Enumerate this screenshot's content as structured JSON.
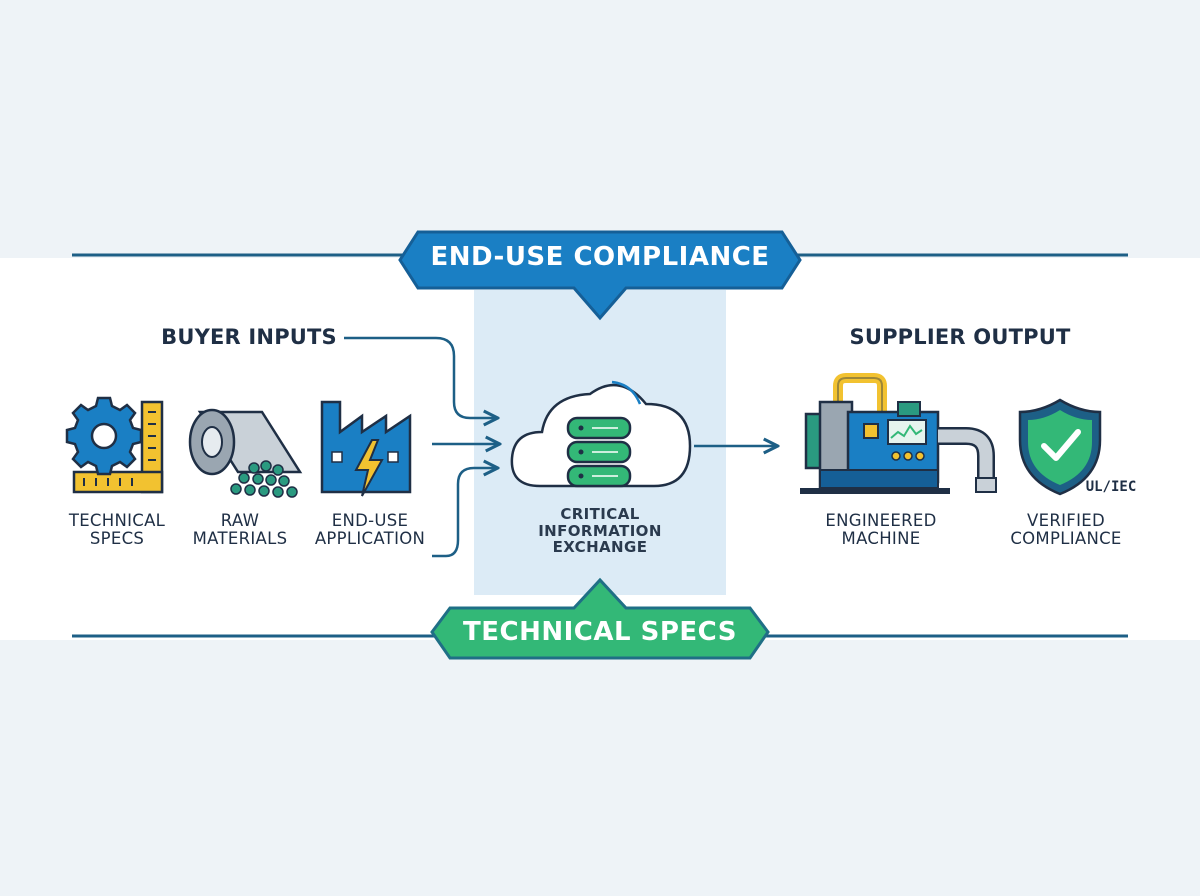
{
  "top_badge": "END-USE COMPLIANCE",
  "bottom_badge": "TECHNICAL SPECS",
  "buyer_heading": "BUYER INPUTS",
  "supplier_heading": "SUPPLIER OUTPUT",
  "buyer_items": [
    {
      "icon": "gear-ruler-icon",
      "line1": "TECHNICAL",
      "line2": "SPECS"
    },
    {
      "icon": "material-roll-icon",
      "line1": "RAW",
      "line2": "MATERIALS"
    },
    {
      "icon": "factory-icon",
      "line1": "END-USE",
      "line2": "APPLICATION"
    }
  ],
  "center": {
    "icon": "cloud-database-icon",
    "line1": "CRITICAL",
    "line2": "INFORMATION",
    "line3": "EXCHANGE"
  },
  "supplier_items": [
    {
      "icon": "machine-icon",
      "line1": "ENGINEERED",
      "line2": "MACHINE"
    },
    {
      "icon": "shield-check-icon",
      "line1": "VERIFIED",
      "line2": "COMPLIANCE",
      "tag": "UL/IEC"
    }
  ],
  "colors": {
    "navy": "#1d5f86",
    "blue": "#1a7fc4",
    "green": "#33b877",
    "yellow": "#f2c230",
    "background": "#eef3f7",
    "panel": "#dcebf6"
  }
}
